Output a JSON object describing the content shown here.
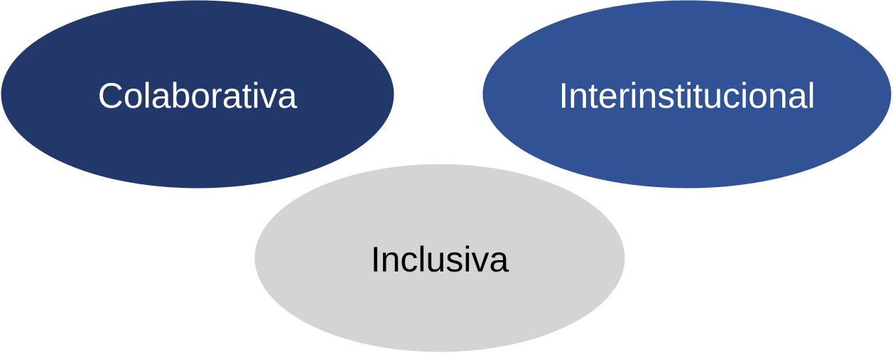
{
  "diagram": {
    "nodes": [
      {
        "id": "colaborativa",
        "label": "Colaborativa",
        "fill": "#23386A",
        "text_color": "#FFFFFF"
      },
      {
        "id": "interinstitucional",
        "label": "Interinstitucional",
        "fill": "#315395",
        "text_color": "#FFFFFF"
      },
      {
        "id": "inclusiva",
        "label": "Inclusiva",
        "fill": "#D4D4D4",
        "text_color": "#000000"
      }
    ]
  }
}
